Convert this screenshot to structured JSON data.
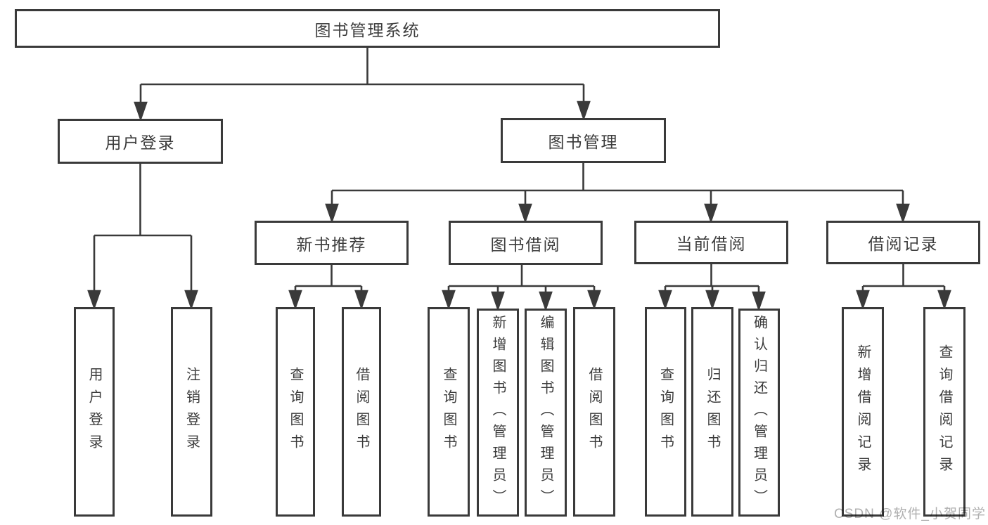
{
  "diagram": {
    "type": "hierarchy-tree",
    "root": {
      "label": "图书管理系统"
    },
    "level2": {
      "user_login": {
        "label": "用户登录"
      },
      "book_management": {
        "label": "图书管理"
      }
    },
    "level3": {
      "new_book_recommend": {
        "label": "新书推荐"
      },
      "book_borrow": {
        "label": "图书借阅"
      },
      "current_borrow": {
        "label": "当前借阅"
      },
      "borrow_record": {
        "label": "借阅记录"
      }
    },
    "leaves": {
      "user_login": [
        {
          "label": "用户登录"
        },
        {
          "label": "注销登录"
        }
      ],
      "new_book_recommend": [
        {
          "label": "查询图书"
        },
        {
          "label": "借阅图书"
        }
      ],
      "book_borrow": [
        {
          "label": "查询图书"
        },
        {
          "label": "新增图书（管理员）"
        },
        {
          "label": "编辑图书（管理员）"
        },
        {
          "label": "借阅图书"
        }
      ],
      "current_borrow": [
        {
          "label": "查询图书"
        },
        {
          "label": "归还图书"
        },
        {
          "label": "确认归还（管理员）"
        }
      ],
      "borrow_record": [
        {
          "label": "新增借阅记录"
        },
        {
          "label": "查询借阅记录"
        }
      ]
    },
    "colors": {
      "line": "#3a3a3a",
      "text": "#3c3c3c",
      "box_fill": "#ffffff",
      "background": "#ffffff",
      "watermark": "#b0b0b0"
    },
    "watermark": "CSDN @软件_小贺同学"
  }
}
